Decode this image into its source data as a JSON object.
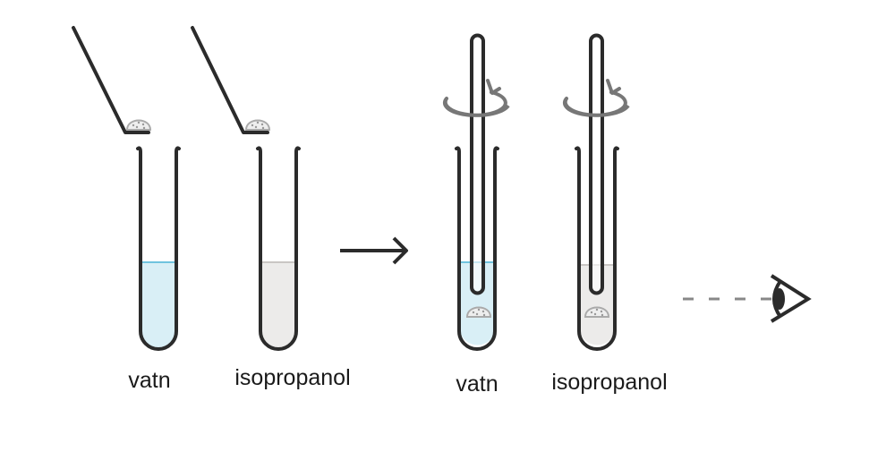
{
  "labels": {
    "before_tube1": "vatn",
    "before_tube2": "isopropanol",
    "after_tube1": "vatn",
    "after_tube2": "isopropanol"
  },
  "colors": {
    "water": "#d9eff6",
    "water_surface": "#6fc3de",
    "isopropanol": "#ecebea",
    "isopropanol_surface": "#c9c6c4",
    "outline": "#2b2b2b",
    "rotation_arrow": "#777777"
  }
}
